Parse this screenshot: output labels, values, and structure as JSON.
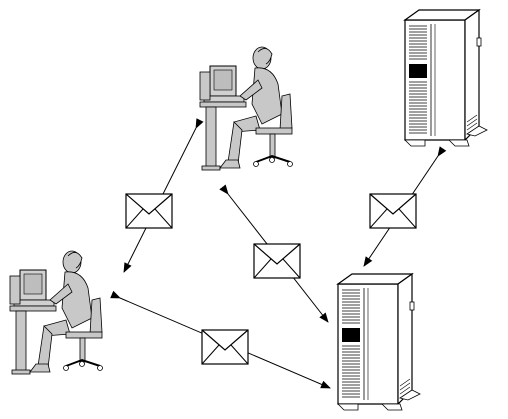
{
  "diagram": {
    "type": "network-message-flow",
    "colors": {
      "person": "#c8c8c8",
      "server_body": "#ffffff",
      "stroke": "#000000",
      "envelope": "#ffffff"
    },
    "nodes": [
      {
        "id": "workstation-top",
        "kind": "person-at-computer"
      },
      {
        "id": "workstation-left",
        "kind": "person-at-computer"
      },
      {
        "id": "server-top-right",
        "kind": "tower-server"
      },
      {
        "id": "server-bottom-right",
        "kind": "tower-server"
      }
    ],
    "links": [
      {
        "from": "workstation-top",
        "to": "workstation-left",
        "icon": "envelope-icon",
        "bidirectional": true
      },
      {
        "from": "workstation-top",
        "to": "server-bottom-right",
        "icon": "envelope-icon",
        "bidirectional": true
      },
      {
        "from": "server-top-right",
        "to": "server-bottom-right",
        "icon": "envelope-icon",
        "bidirectional": true
      },
      {
        "from": "workstation-left",
        "to": "server-bottom-right",
        "icon": "envelope-icon",
        "bidirectional": true
      }
    ]
  }
}
